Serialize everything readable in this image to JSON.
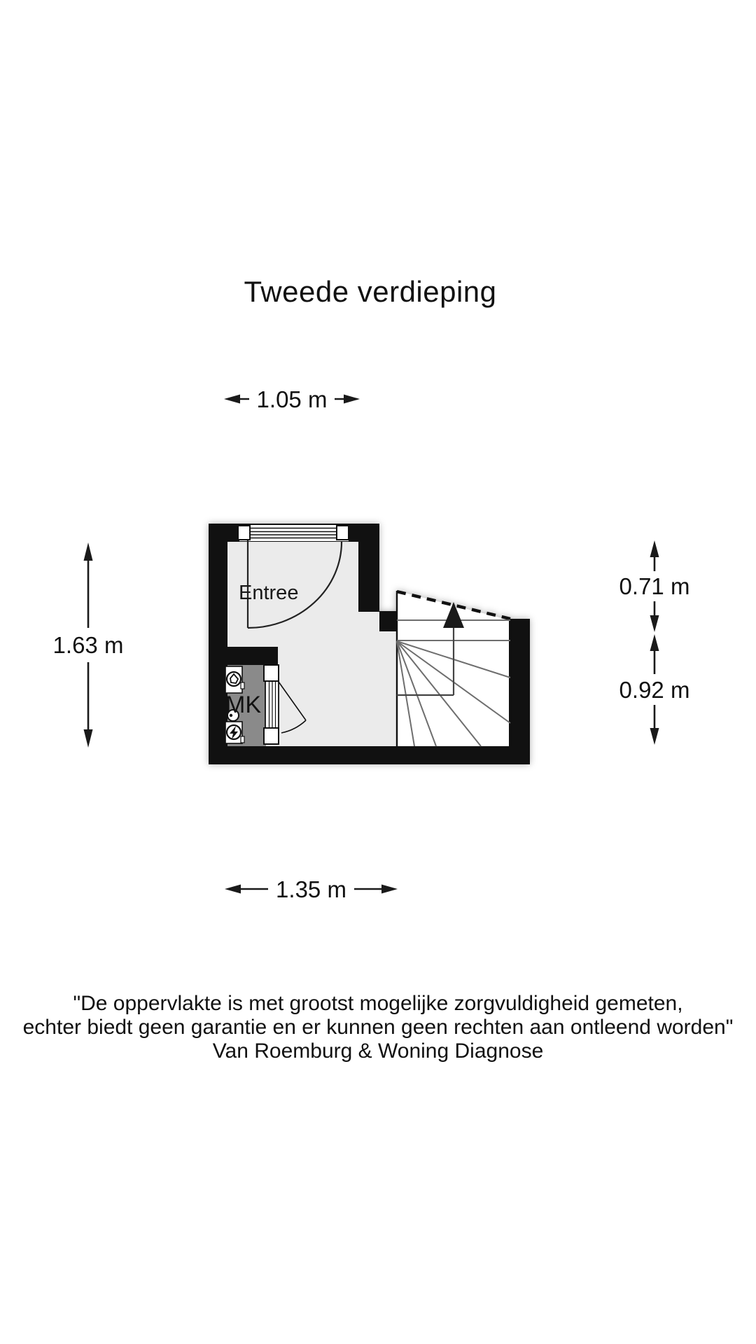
{
  "title": "Tweede verdieping",
  "plan": {
    "room_label": "Entree",
    "closet_label": "MK",
    "features": [
      "entry-door",
      "window",
      "meter-closet",
      "winder-staircase",
      "stairs-up-arrow"
    ],
    "colors": {
      "wall": "#111111",
      "floor": "#ebebeb",
      "closet": "#8a8a8a",
      "stair_area": "#ffffff",
      "tread_line": "#6e6e6e"
    }
  },
  "dimensions": {
    "top": "1.05 m",
    "left": "1.63 m",
    "right_upper": "0.71 m",
    "right_lower": "0.92 m",
    "bottom": "1.35 m"
  },
  "disclaimer": {
    "line1": "\"De oppervlakte is met grootst mogelijke zorgvuldigheid gemeten,",
    "line2": "echter biedt geen garantie en er kunnen geen rechten aan ontleend worden\"",
    "line3": "Van Roemburg & Woning Diagnose"
  }
}
